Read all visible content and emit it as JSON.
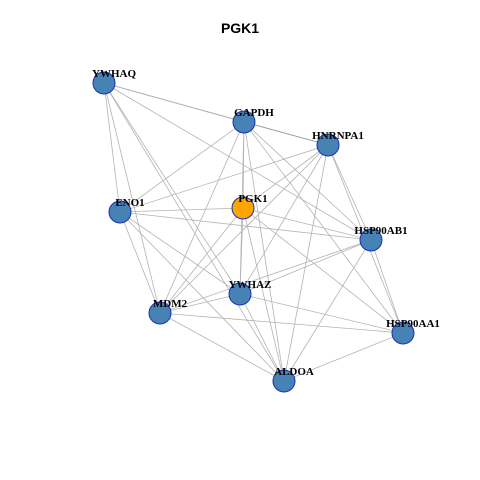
{
  "title": "PGK1",
  "colors": {
    "node": "#4682b4",
    "hub": "#ffa500",
    "node_border": "#1a2fb5",
    "edge": "#b3b3b3"
  },
  "nodes": [
    {
      "id": "YWHAQ",
      "label": "YWHAQ",
      "hub": false
    },
    {
      "id": "GAPDH",
      "label": "GAPDH",
      "hub": false
    },
    {
      "id": "HNRNPA1",
      "label": "HNRNPA1",
      "hub": false
    },
    {
      "id": "ENO1",
      "label": "ENO1",
      "hub": false
    },
    {
      "id": "PGK1",
      "label": "PGK1",
      "hub": true
    },
    {
      "id": "HSP90AB1",
      "label": "HSP90AB1",
      "hub": false
    },
    {
      "id": "YWHAZ",
      "label": "YWHAZ",
      "hub": false
    },
    {
      "id": "MDM2",
      "label": "MDM2",
      "hub": false
    },
    {
      "id": "HSP90AA1",
      "label": "HSP90AA1",
      "hub": false
    },
    {
      "id": "ALDOA",
      "label": "ALDOA",
      "hub": false
    }
  ],
  "edges": [
    [
      "YWHAQ",
      "GAPDH"
    ],
    [
      "YWHAQ",
      "HNRNPA1"
    ],
    [
      "YWHAQ",
      "ENO1"
    ],
    [
      "YWHAQ",
      "HSP90AB1"
    ],
    [
      "YWHAQ",
      "MDM2"
    ],
    [
      "YWHAQ",
      "YWHAZ"
    ],
    [
      "YWHAQ",
      "ALDOA"
    ],
    [
      "GAPDH",
      "HNRNPA1"
    ],
    [
      "GAPDH",
      "ENO1"
    ],
    [
      "GAPDH",
      "PGK1"
    ],
    [
      "GAPDH",
      "HSP90AB1"
    ],
    [
      "GAPDH",
      "YWHAZ"
    ],
    [
      "GAPDH",
      "MDM2"
    ],
    [
      "GAPDH",
      "HSP90AA1"
    ],
    [
      "GAPDH",
      "ALDOA"
    ],
    [
      "HNRNPA1",
      "ENO1"
    ],
    [
      "HNRNPA1",
      "PGK1"
    ],
    [
      "HNRNPA1",
      "HSP90AB1"
    ],
    [
      "HNRNPA1",
      "YWHAZ"
    ],
    [
      "HNRNPA1",
      "MDM2"
    ],
    [
      "HNRNPA1",
      "HSP90AA1"
    ],
    [
      "HNRNPA1",
      "ALDOA"
    ],
    [
      "ENO1",
      "PGK1"
    ],
    [
      "ENO1",
      "HSP90AB1"
    ],
    [
      "ENO1",
      "YWHAZ"
    ],
    [
      "ENO1",
      "MDM2"
    ],
    [
      "ENO1",
      "ALDOA"
    ],
    [
      "PGK1",
      "HSP90AB1"
    ],
    [
      "PGK1",
      "YWHAZ"
    ],
    [
      "PGK1",
      "MDM2"
    ],
    [
      "PGK1",
      "HSP90AA1"
    ],
    [
      "PGK1",
      "ALDOA"
    ],
    [
      "HSP90AB1",
      "YWHAZ"
    ],
    [
      "HSP90AB1",
      "MDM2"
    ],
    [
      "HSP90AB1",
      "HSP90AA1"
    ],
    [
      "HSP90AB1",
      "ALDOA"
    ],
    [
      "YWHAZ",
      "MDM2"
    ],
    [
      "YWHAZ",
      "HSP90AA1"
    ],
    [
      "YWHAZ",
      "ALDOA"
    ],
    [
      "MDM2",
      "HSP90AA1"
    ],
    [
      "MDM2",
      "ALDOA"
    ],
    [
      "HSP90AA1",
      "ALDOA"
    ]
  ]
}
